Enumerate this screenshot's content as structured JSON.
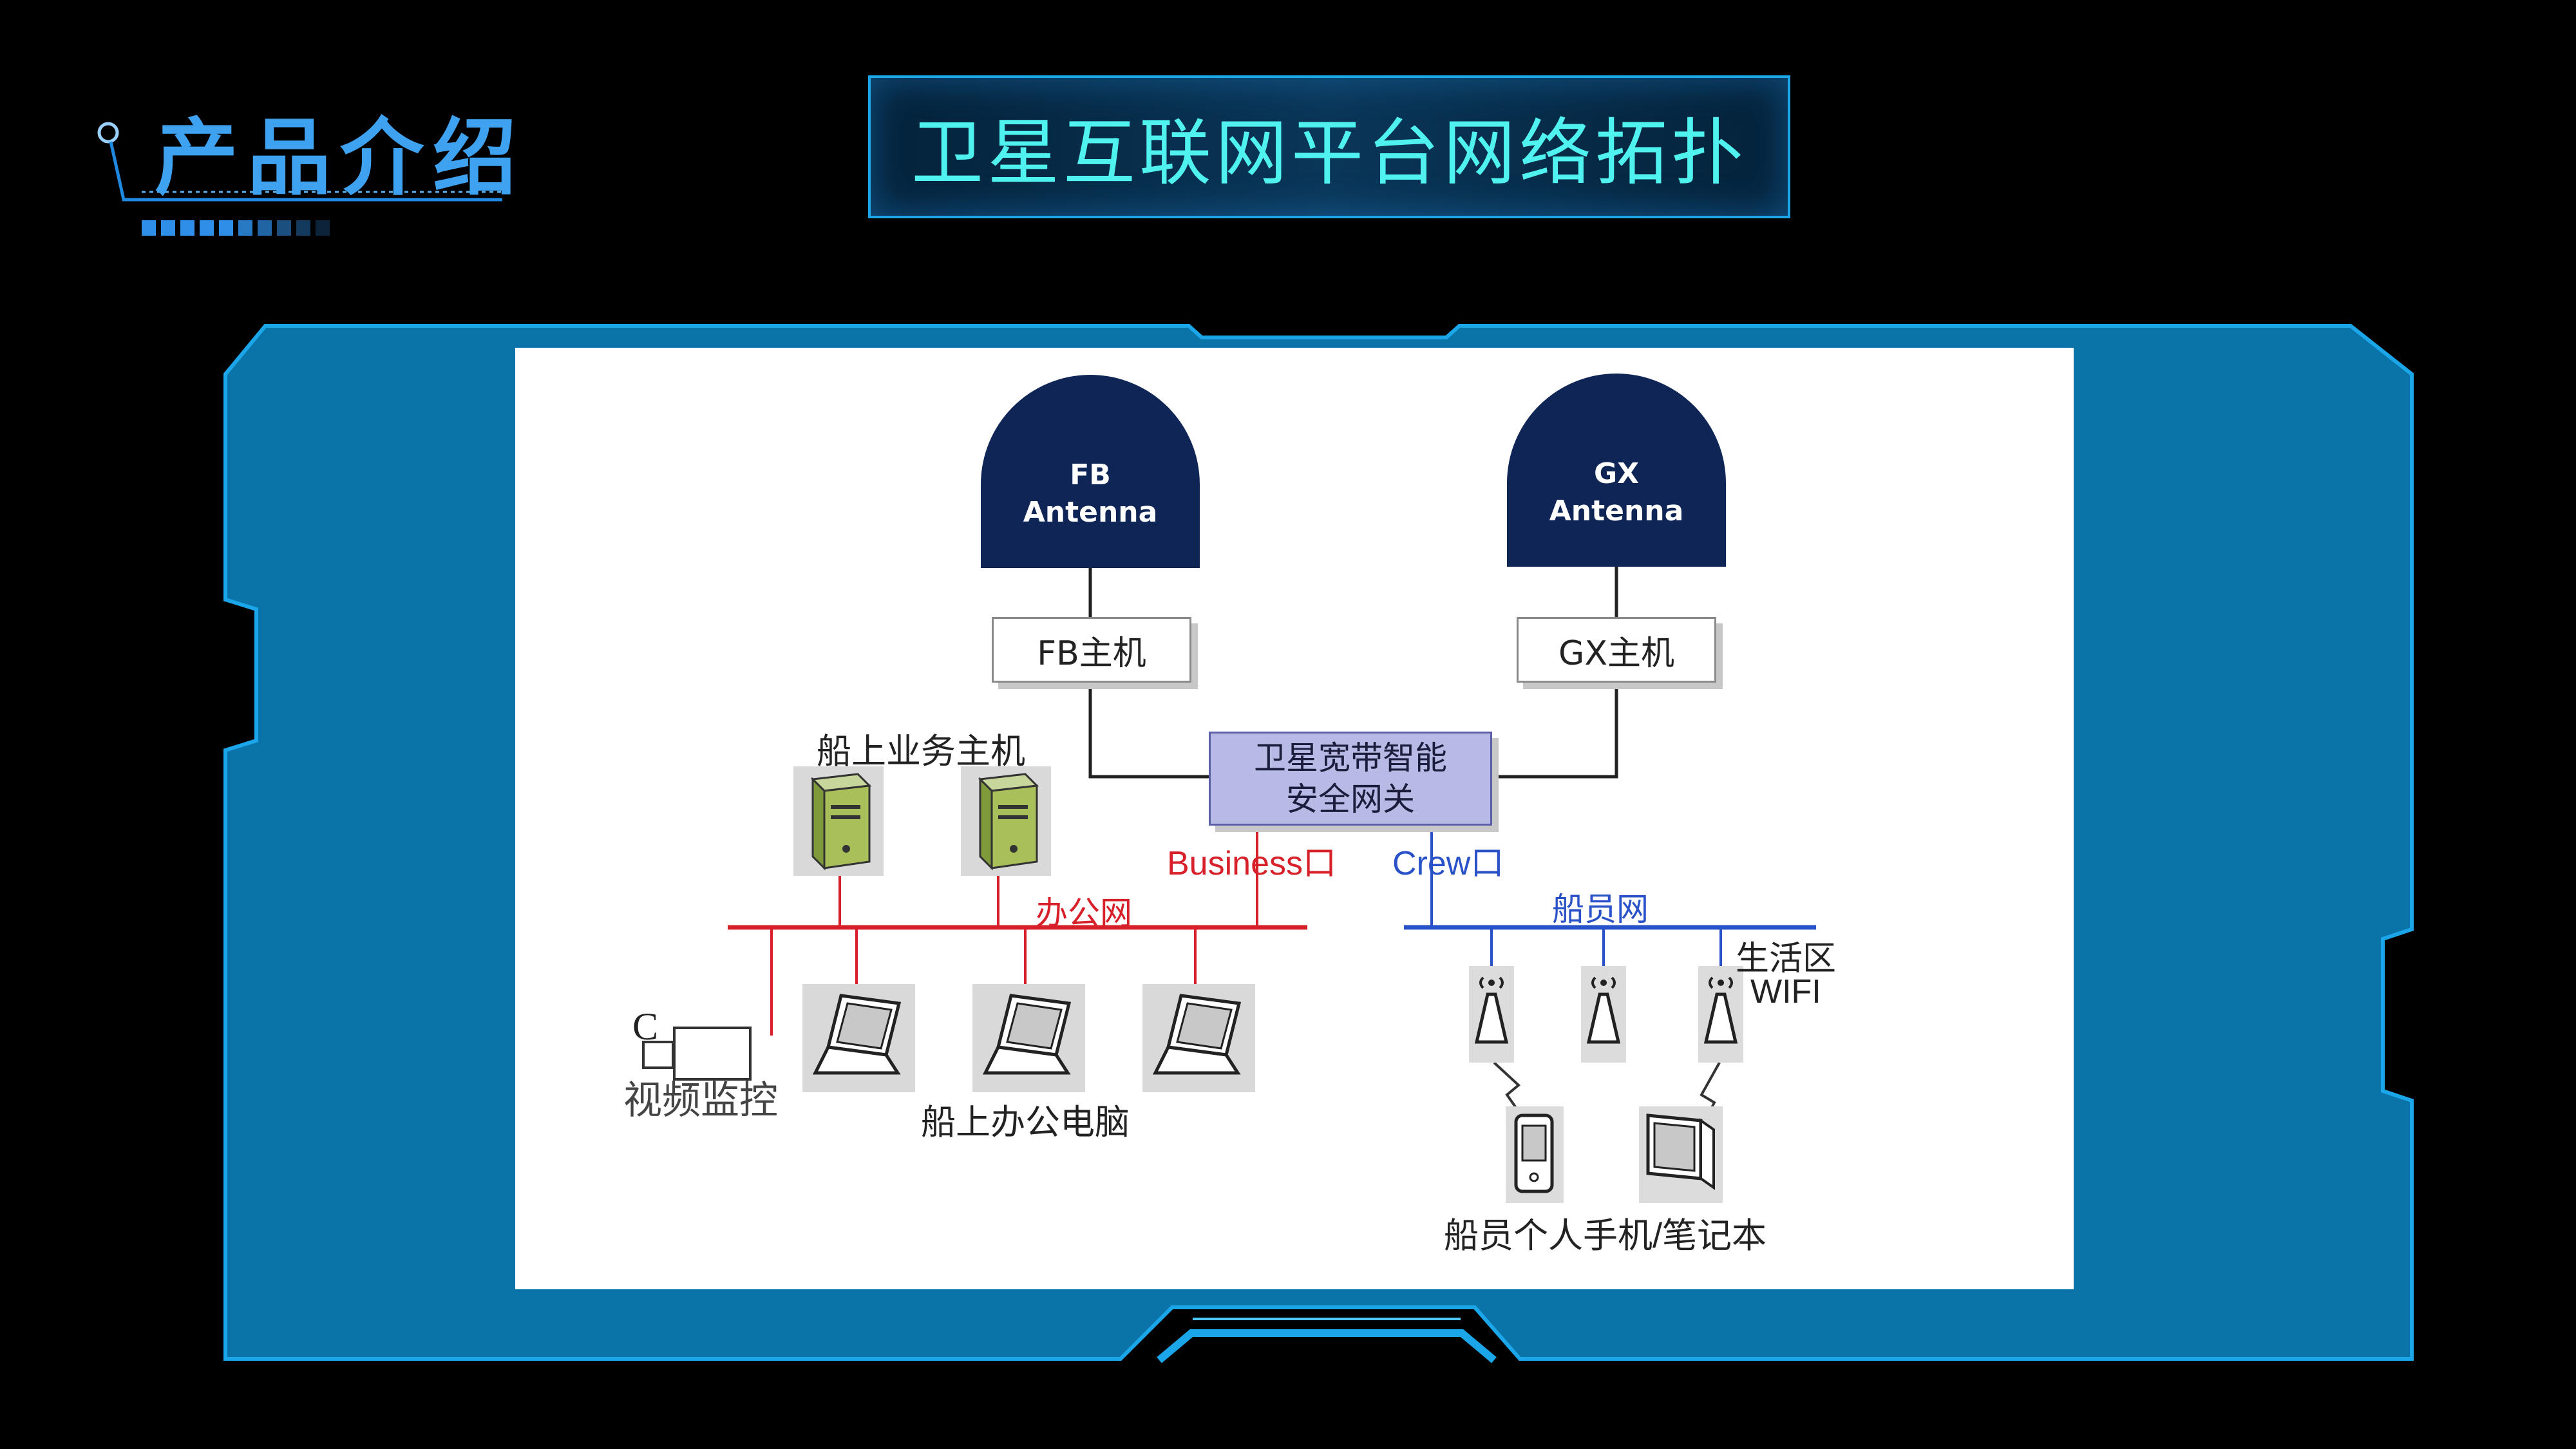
{
  "slide": {
    "section_heading": "产品介绍",
    "title": "卫星互联网平台网络拓扑"
  },
  "diagram": {
    "fb_antenna": [
      "FB",
      "Antenna"
    ],
    "gx_antenna": [
      "GX",
      "Antenna"
    ],
    "fb_host": "FB主机",
    "gx_host": "GX主机",
    "gateway": [
      "卫星宽带智能",
      "安全网关"
    ],
    "business_port": "Business口",
    "crew_port": "Crew口",
    "office_network": "办公网",
    "crew_network": "船员网",
    "ship_business_hosts": "船上业务主机",
    "office_computers": "船上办公电脑",
    "video_surveillance": "视频监控",
    "camera_letter": "C",
    "living_area_wifi": [
      "生活区",
      "WIFI"
    ],
    "crew_devices": "船员个人手机/笔记本"
  },
  "colors": {
    "frame_fill": "#0a73a8",
    "frame_border": "#1aa6e8",
    "title_text": "#4ff2ee",
    "heading_text": "#3ea2f0",
    "office_line": "#d8202a",
    "crew_line": "#2a52c8",
    "antenna_fill": "#0f2556"
  }
}
